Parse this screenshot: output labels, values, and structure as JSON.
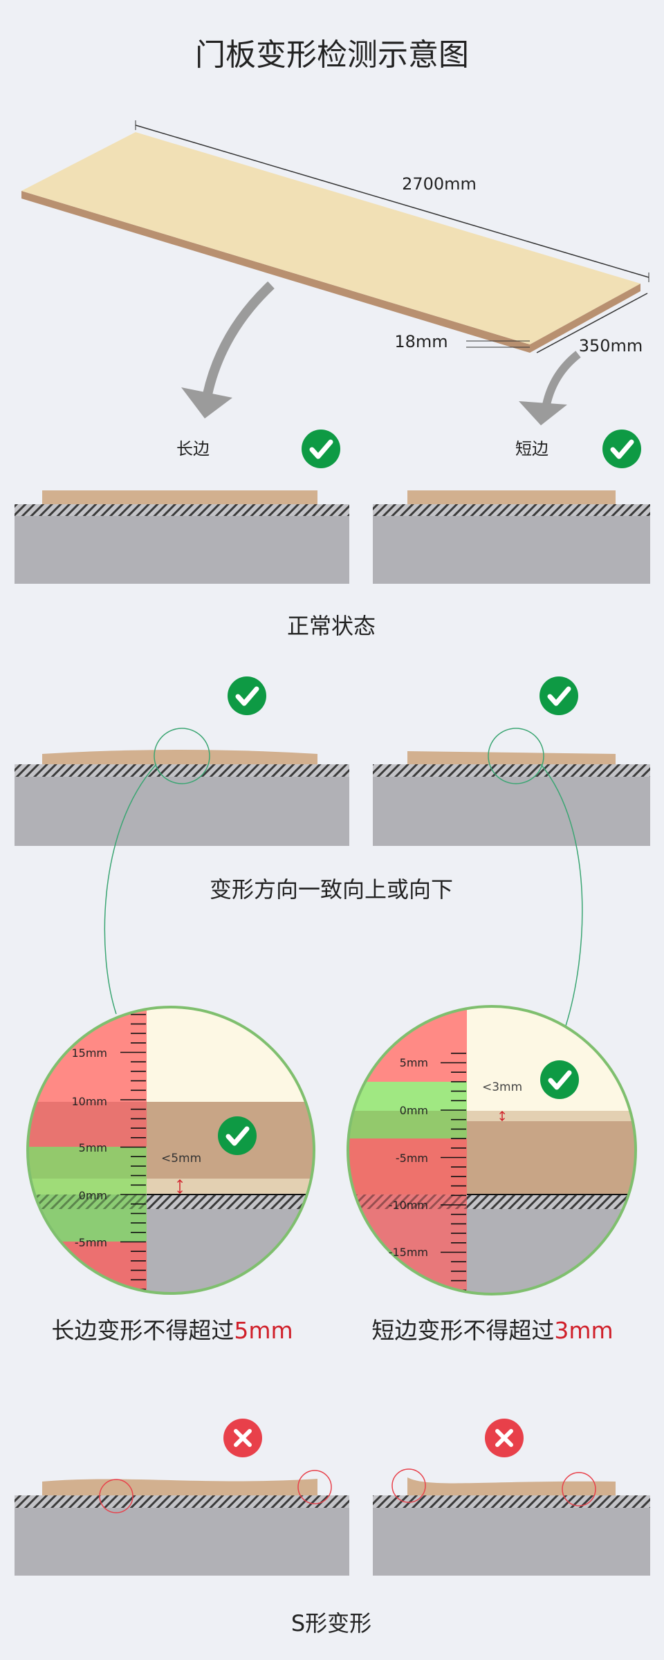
{
  "title": "门板变形检测示意图",
  "board": {
    "length_label": "2700mm",
    "thickness_label": "18mm",
    "width_label": "350mm",
    "long_side_label": "长边",
    "short_side_label": "短边"
  },
  "sections": {
    "normal": "正常状态",
    "same_direction": "变形方向一致向上或向下",
    "long_rule_prefix": "长边变形不得超过",
    "long_rule_value": "5mm",
    "short_rule_prefix": "短边变形不得超过",
    "short_rule_value": "3mm",
    "s_shape": "S形变形"
  },
  "detail_left": {
    "ticks": [
      "15mm",
      "10mm",
      "5mm",
      "0mm",
      "-5mm"
    ],
    "gap_label": "<5mm"
  },
  "detail_right": {
    "ticks": [
      "5mm",
      "0mm",
      "-5mm",
      "-10mm",
      "-15mm"
    ],
    "gap_label": "<3mm"
  },
  "icons": {
    "ok": "check-circle-icon",
    "bad": "x-circle-icon"
  },
  "colors": {
    "ok": "#0e9a44",
    "bad": "#e8404a",
    "highlight": "#d0202a",
    "board": "#d2b08f",
    "ground": "#b1b1b6",
    "background": "#eef0f5"
  }
}
